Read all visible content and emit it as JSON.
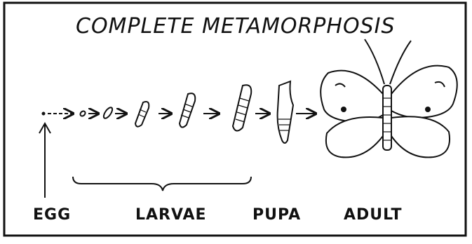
{
  "title": "COMPLETE METAMORPHOSIS",
  "stages": {
    "egg": "EGG",
    "larvae": "LARVAE",
    "pupa": "PUPA",
    "adult": "ADULT"
  }
}
